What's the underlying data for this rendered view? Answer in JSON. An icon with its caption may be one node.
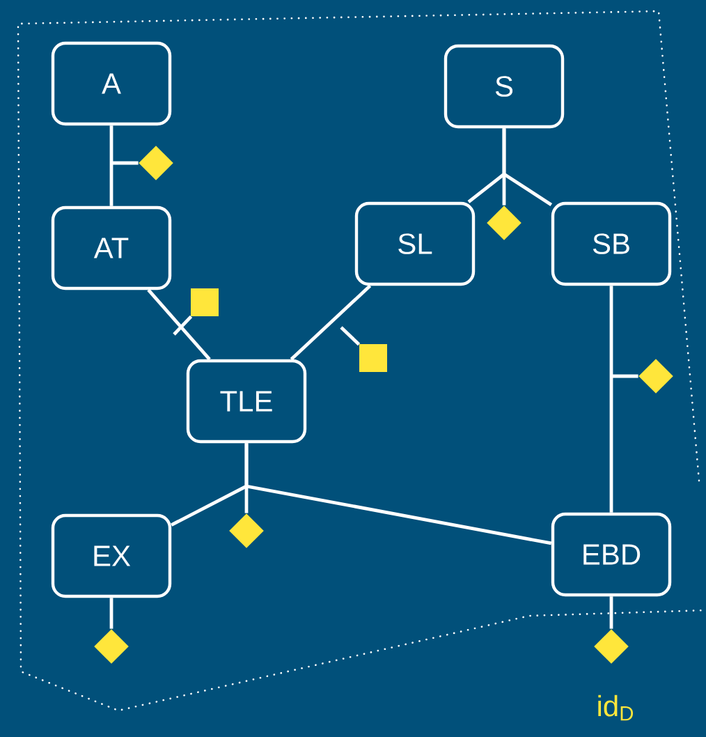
{
  "diagram": {
    "nodes": [
      {
        "text": [
          "A"
        ]
      },
      {
        "text": [
          "S"
        ]
      },
      {
        "text": [],
        "shape": "diamond"
      },
      {
        "text": [
          "AT"
        ]
      },
      {
        "text": [
          "SL"
        ]
      },
      {
        "text": [],
        "shape": "diamond"
      },
      {
        "text": [
          "SB"
        ]
      },
      {
        "text": [],
        "shape": "box"
      },
      {
        "text": [
          "TLE"
        ]
      },
      {
        "text": [],
        "shape": "box"
      },
      {
        "text": [],
        "shape": "diamond"
      },
      {
        "text": [
          "EX"
        ]
      },
      {
        "text": [],
        "shape": "diamond"
      },
      {
        "text": [
          "EBD"
        ]
      },
      {
        "text": [],
        "shape": "diamond"
      },
      {
        "text": [],
        "shape": "diamond",
        "beside": [
          "id$_{D}$"
        ]
      }
    ],
    "edges": [
      {
        "from": 0,
        "to": 3,
        "arrow": "none"
      },
      {
        "from": 1,
        "to": 4,
        "arrow": "none"
      },
      {
        "from": 1,
        "to": 6,
        "arrow": "none"
      },
      {
        "from": 3,
        "to": 8,
        "arrow": "none"
      },
      {
        "from": 4,
        "to": 8,
        "arrow": "none"
      },
      {
        "from": 6,
        "to": 13,
        "arrow": "none"
      },
      {
        "from": 8,
        "to": 11,
        "arrow": "none"
      },
      {
        "from": 8,
        "to": 13,
        "arrow": "none"
      },
      {
        "from": 11,
        "to": 14,
        "arrow": "none"
      },
      {
        "from": 13,
        "to": 15,
        "arrow": "none"
      },
      {
        "from": 2,
        "to": null,
        "arrow": "none"
      },
      {
        "from": 5,
        "to": null,
        "arrow": "none"
      },
      {
        "from": 7,
        "to": null,
        "arrow": "none"
      },
      {
        "from": 9,
        "to": null,
        "arrow": "none"
      },
      {
        "from": 10,
        "to": null,
        "arrow": "none"
      },
      {
        "from": 12,
        "to": null,
        "arrow": "none"
      }
    ]
  }
}
